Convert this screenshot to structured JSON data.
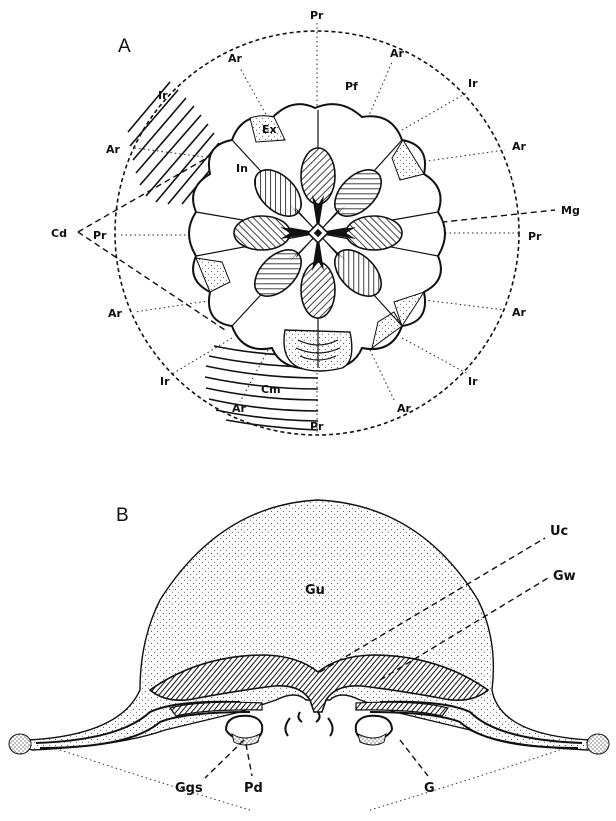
{
  "panelA": {
    "panel_label": "A",
    "labels": {
      "pr_top": "Pr",
      "pr_right": "Pr",
      "pr_left": "Pr",
      "pr_bottom": "Pr",
      "ar1": "Ar",
      "ar2": "Ar",
      "ar3": "Ar",
      "ar4": "Ar",
      "ar5": "Ar",
      "ar6": "Ar",
      "ar7": "Ar",
      "ar8": "Ar",
      "ir1": "Ir",
      "ir2": "Ir",
      "ir3": "Ir",
      "ir4": "Ir",
      "pf": "Pf",
      "ex": "Ex",
      "in": "In",
      "cd": "Cd",
      "mg": "Mg",
      "cm": "Cm"
    }
  },
  "panelB": {
    "panel_label": "B",
    "labels": {
      "uc": "Uc",
      "gu": "Gu",
      "gw": "Gw",
      "ggs": "Ggs",
      "pd": "Pd",
      "g": "G"
    }
  },
  "colors": {
    "ink": "#111111",
    "paper": "#ffffff"
  }
}
